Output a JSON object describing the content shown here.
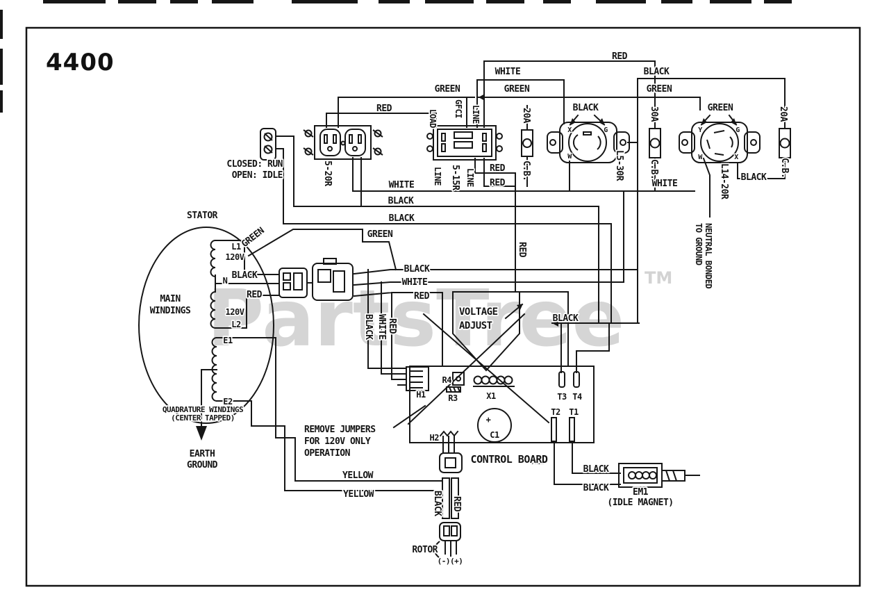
{
  "title": "4400",
  "watermark": {
    "text": "PartsTree",
    "tm": "TM"
  },
  "wire_colors": {
    "red": "RED",
    "white": "WHITE",
    "black": "BLACK",
    "green": "GREEN",
    "yellow": "YELLOW"
  },
  "switch": {
    "closed": "CLOSED: RUN",
    "open": "OPEN: IDLE"
  },
  "receptacles": {
    "duplex": {
      "label": "5-20R"
    },
    "gfci": {
      "label": "5-15R",
      "name": "GFCI",
      "load": "LOAD",
      "line": "LINE"
    },
    "l530": {
      "label": "L5-30R",
      "t_x": "X",
      "t_g": "G",
      "t_w": "W"
    },
    "l1420": {
      "label": "L14-20R",
      "t_y": "Y",
      "t_g": "G",
      "t_w": "W",
      "t_x": "X"
    },
    "cb": "C.B.",
    "amp20": "20A",
    "amp30": "30A"
  },
  "stator": {
    "label": "STATOR",
    "main1": "MAIN",
    "main2": "WINDINGS",
    "l1": "L1",
    "v1": "120V",
    "n": "N",
    "v2": "120V",
    "l2": "L2",
    "e1": "E1",
    "e2": "E2",
    "quad1": "QUADRATURE WINDINGS",
    "quad2": "(CENTER TAPPED)",
    "earth1": "EARTH",
    "earth2": "GROUND"
  },
  "notes": {
    "neutral1": "NEUTRAL BONDED",
    "neutral2": "TO GROUND",
    "va1": "VOLTAGE",
    "va2": "ADJUST",
    "j1": "REMOVE JUMPERS",
    "j2": "FOR 120V ONLY",
    "j3": "OPERATION"
  },
  "board": {
    "label": "CONTROL BOARD",
    "h1": "H1",
    "h2": "H2",
    "r4": "R4",
    "r3": "R3",
    "x1": "X1",
    "c1": "C1",
    "plus": "+",
    "t1": "T1",
    "t2": "T2",
    "t3": "T3",
    "t4": "T4"
  },
  "rotor": {
    "label": "ROTOR",
    "polarity": "(-)(+)"
  },
  "em1": {
    "label": "EM1",
    "sub": "(IDLE MAGNET)"
  }
}
